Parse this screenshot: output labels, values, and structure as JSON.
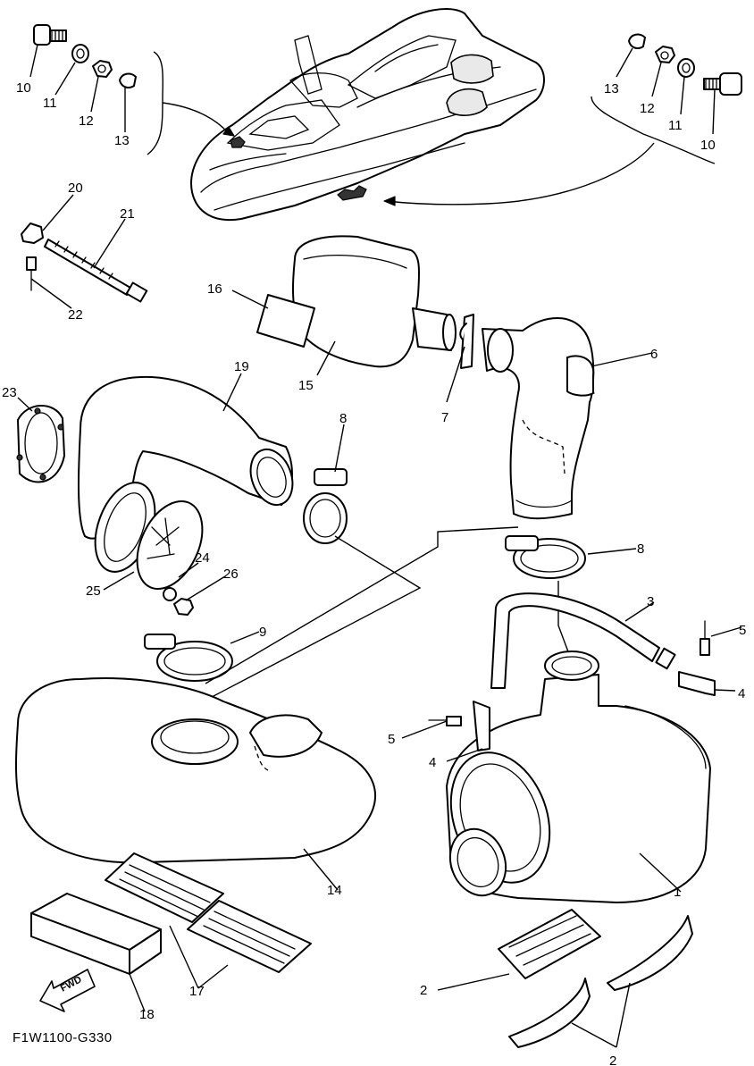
{
  "diagram_code": "F1W1100-G330",
  "fwd_label": "FWD",
  "callouts": {
    "c1": "1",
    "c2a": "2",
    "c2b": "2",
    "c3": "3",
    "c4a": "4",
    "c4b": "4",
    "c5a": "5",
    "c5b": "5",
    "c6": "6",
    "c7": "7",
    "c8a": "8",
    "c8b": "8",
    "c9": "9",
    "c10a": "10",
    "c10b": "10",
    "c11a": "11",
    "c11b": "11",
    "c12a": "12",
    "c12b": "12",
    "c13a": "13",
    "c13b": "13",
    "c14": "14",
    "c15": "15",
    "c16": "16",
    "c17": "17",
    "c18": "18",
    "c19": "19",
    "c20": "20",
    "c21": "21",
    "c22": "22",
    "c23": "23",
    "c24": "24",
    "c25": "25",
    "c26": "26"
  }
}
